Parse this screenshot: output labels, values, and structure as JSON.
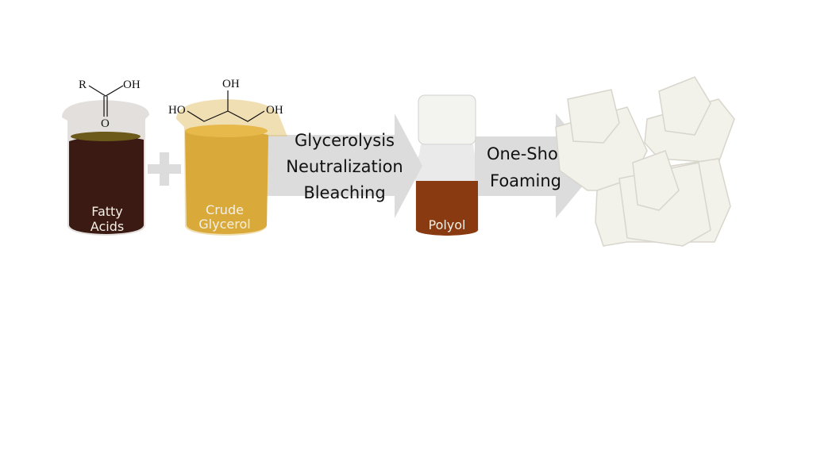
{
  "colors": {
    "arrow": "#dcdcdc",
    "fatty_acids": "#3a1a12",
    "crude_glycerol": "#d9a93a",
    "polyol": "#8a3a10",
    "foam": "#f2f1ea"
  },
  "fatty_acids": {
    "label_line1": "Fatty",
    "label_line2": "Acids",
    "formula": {
      "r": "R",
      "oh": "OH",
      "o": "O"
    }
  },
  "plus": "+",
  "crude_glycerol": {
    "label_line1": "Crude",
    "label_line2": "Glycerol",
    "formula": {
      "oh_top": "OH",
      "ho_left": "HO",
      "oh_right": "OH"
    }
  },
  "step1": {
    "lines": [
      "Glycerolysis",
      "Neutralization",
      "Bleaching"
    ]
  },
  "polyol": {
    "label": "Polyol"
  },
  "step2": {
    "lines": [
      "One-Shot",
      "Foaming"
    ]
  },
  "icons": [
    "beaker",
    "plus-sign",
    "arrow-right",
    "bottle",
    "foam-cubes"
  ]
}
